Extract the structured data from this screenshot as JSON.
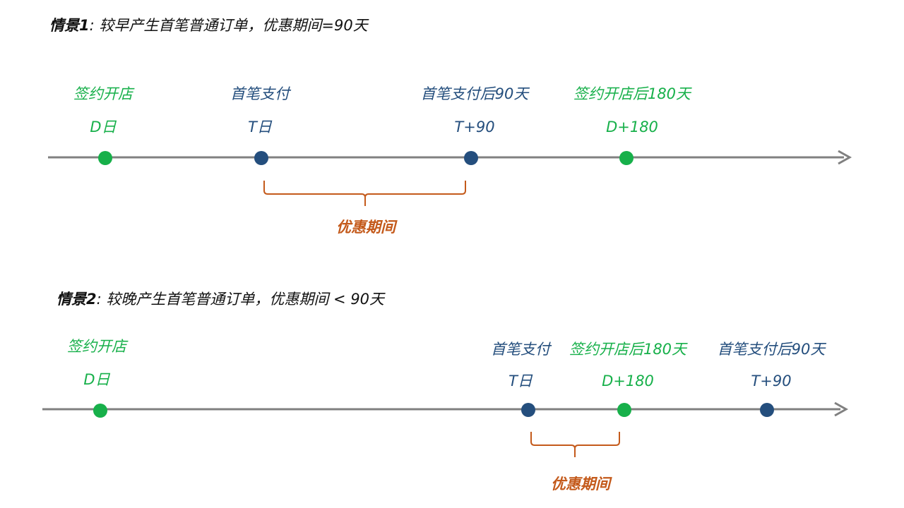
{
  "colors": {
    "axis": "#808080",
    "green": "#17b04a",
    "blue": "#244e7d",
    "orange": "#c45a1b"
  },
  "scenario1": {
    "title_bold": "情景1",
    "title_rest": ":  较早产生首笔普通订单，优惠期间=90天",
    "events": [
      {
        "name": "签约开店",
        "code": "D日",
        "color": "green"
      },
      {
        "name": "首笔支付",
        "code": "T日",
        "color": "blue"
      },
      {
        "name": "首笔支付后90天",
        "code": "T+90",
        "color": "blue"
      },
      {
        "name": "签约开店后180天",
        "code": "D+180",
        "color": "green"
      }
    ],
    "period_label": "优惠期间"
  },
  "scenario2": {
    "title_bold": "情景2",
    "title_rest": ":  较晚产生首笔普通订单，优惠期间 < 90天",
    "events": [
      {
        "name": "签约开店",
        "code": "D日",
        "color": "green"
      },
      {
        "name": "首笔支付",
        "code": "T日",
        "color": "blue"
      },
      {
        "name": "签约开店后180天",
        "code": "D+180",
        "color": "green"
      },
      {
        "name": "首笔支付后90天",
        "code": "T+90",
        "color": "blue"
      }
    ],
    "period_label": "优惠期间"
  }
}
